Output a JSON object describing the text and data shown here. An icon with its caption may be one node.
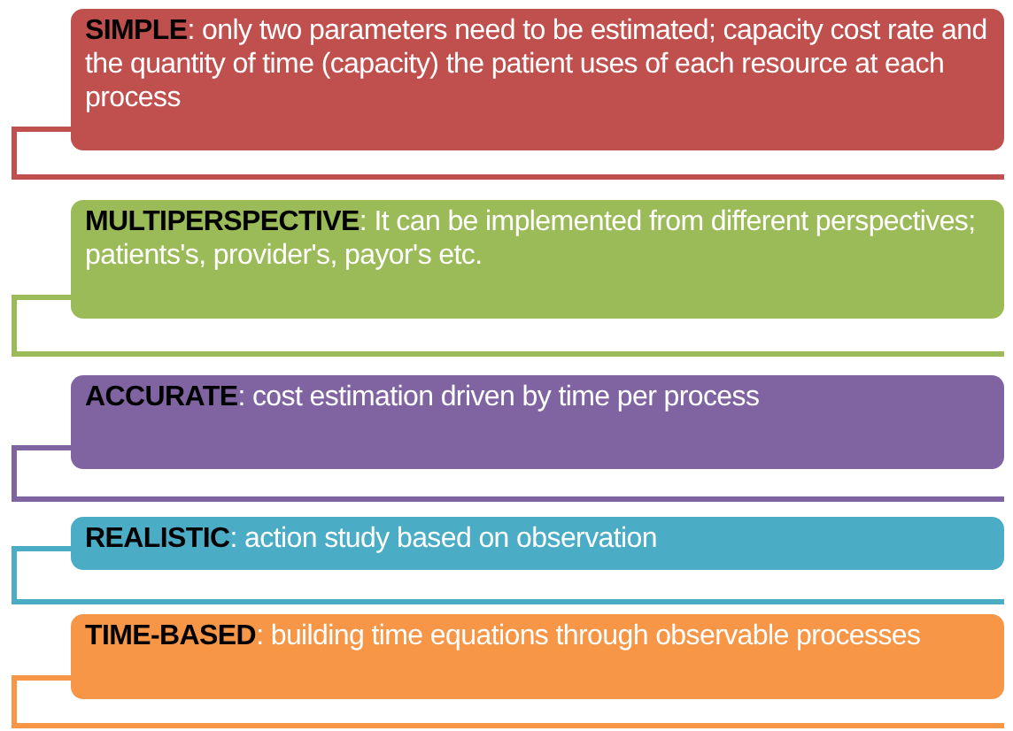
{
  "diagram": {
    "nodes": [
      {
        "text": [
          "**SIMPLE**: only two parameters need to be estimated; capacity cost rate and the quantity of time (capacity) the patient uses of each resource at each process"
        ]
      },
      {
        "text": [
          "**MULTIPERSPECTIVE**: It can be implemented from different perspectives; patients's, provider's, payor's etc."
        ]
      },
      {
        "text": [
          "**ACCURATE**: cost estimation driven by time per process"
        ]
      },
      {
        "text": [
          "**REALISTIC**: action study based on observation"
        ]
      },
      {
        "text": [
          "**TIME-BASED**: building time equations through observable processes"
        ]
      }
    ]
  }
}
